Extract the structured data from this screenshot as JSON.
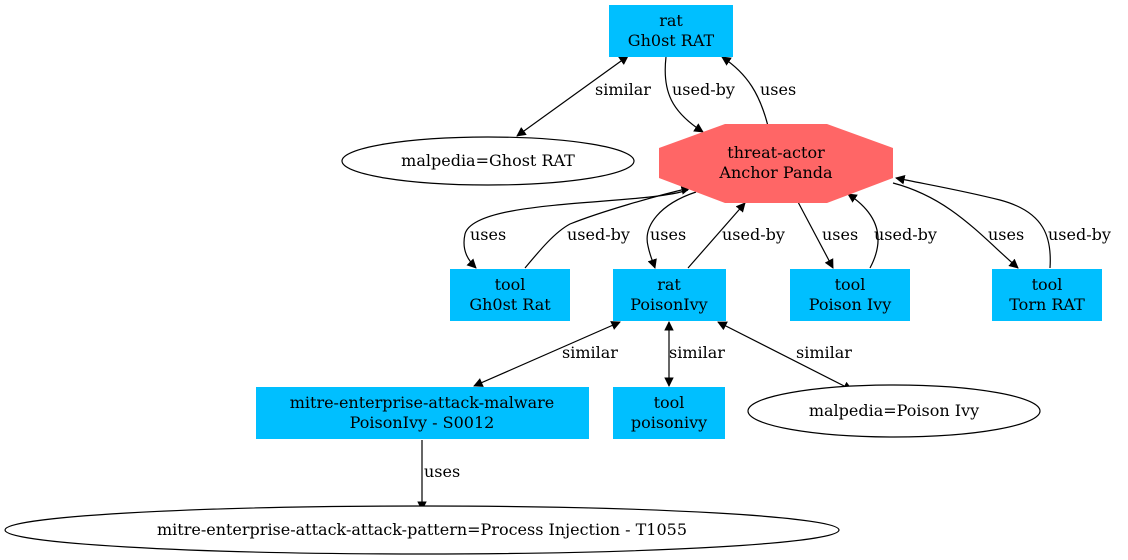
{
  "nodes": {
    "rat_gh0st": {
      "line1": "rat",
      "line2": "Gh0st RAT"
    },
    "malpedia_ghost": {
      "label": "malpedia=Ghost RAT"
    },
    "anchor_panda": {
      "line1": "threat-actor",
      "line2": "Anchor Panda"
    },
    "tool_gh0st": {
      "line1": "tool",
      "line2": "Gh0st Rat"
    },
    "rat_poisonivy": {
      "line1": "rat",
      "line2": "PoisonIvy"
    },
    "tool_poison_ivy": {
      "line1": "tool",
      "line2": "Poison Ivy"
    },
    "tool_torn_rat": {
      "line1": "tool",
      "line2": "Torn RAT"
    },
    "mitre_malware": {
      "line1": "mitre-enterprise-attack-malware",
      "line2": "PoisonIvy - S0012"
    },
    "tool_poisonivy": {
      "line1": "tool",
      "line2": "poisonivy"
    },
    "malpedia_poison": {
      "label": "malpedia=Poison Ivy"
    },
    "mitre_pattern": {
      "label": "mitre-enterprise-attack-attack-pattern=Process Injection - T1055"
    }
  },
  "edges": {
    "gh0st_malpedia": "similar",
    "gh0st_to_anchor": "used-by",
    "anchor_to_gh0st": "uses",
    "anchor_tool_gh0st_uses": "uses",
    "tool_gh0st_usedby": "used-by",
    "anchor_poisonivy_uses": "uses",
    "poisonivy_usedby": "used-by",
    "anchor_toolpoison_uses": "uses",
    "toolpoison_usedby": "used-by",
    "anchor_torn_uses": "uses",
    "torn_usedby": "used-by",
    "poisonivy_mitre_similar": "similar",
    "poisonivy_tool_similar": "similar",
    "poisonivy_malpedia_similar": "similar",
    "mitre_pattern_uses": "uses"
  },
  "colors": {
    "box_fill": "#00bfff",
    "actor_fill": "#ff6666"
  }
}
